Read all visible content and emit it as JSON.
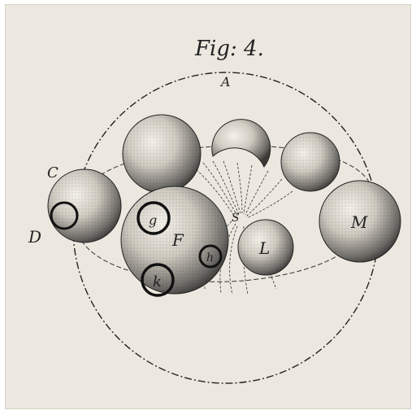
{
  "figure": {
    "title": "Fig: 4.",
    "labels": {
      "A": "A",
      "C": "C",
      "D": "D",
      "F": "F",
      "g": "g",
      "h": "h",
      "k": "k",
      "S": "S",
      "L": "L",
      "M": "M"
    },
    "colors": {
      "paper": "#ece8df",
      "ink": "#1d1d1d",
      "shade": "#6b6b6b"
    }
  }
}
